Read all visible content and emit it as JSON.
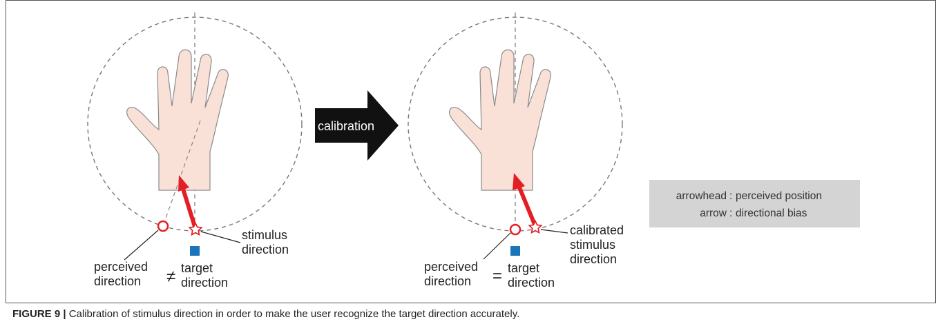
{
  "caption": {
    "label": "FIGURE 9 |",
    "text": " Calibration of stimulus direction in order to make the user recognize the target direction accurately."
  },
  "arrow_label": "calibration",
  "left_panel": {
    "stimulus_line1": "stimulus",
    "stimulus_line2": "direction",
    "perceived_line1": "perceived",
    "perceived_line2": "direction",
    "relation": "≠",
    "target_line1": "target",
    "target_line2": "direction"
  },
  "right_panel": {
    "stimulus_line1": "calibrated",
    "stimulus_line2": "stimulus",
    "stimulus_line3": "direction",
    "perceived_line1": "perceived",
    "perceived_line2": "direction",
    "relation": "=",
    "target_line1": "target",
    "target_line2": "direction"
  },
  "legend": {
    "row1_key": "arrowhead",
    "row1_value": "perceived position",
    "row2_key": "arrow",
    "row2_value": "directional bias"
  },
  "colors": {
    "bias_arrow": "#e41e25",
    "target_marker": "#1a75bb",
    "hand_fill": "#f9e1d8",
    "hand_stroke": "#8a8a8a",
    "legend_bg": "#d4d4d4",
    "calibration_arrow": "#111111"
  }
}
